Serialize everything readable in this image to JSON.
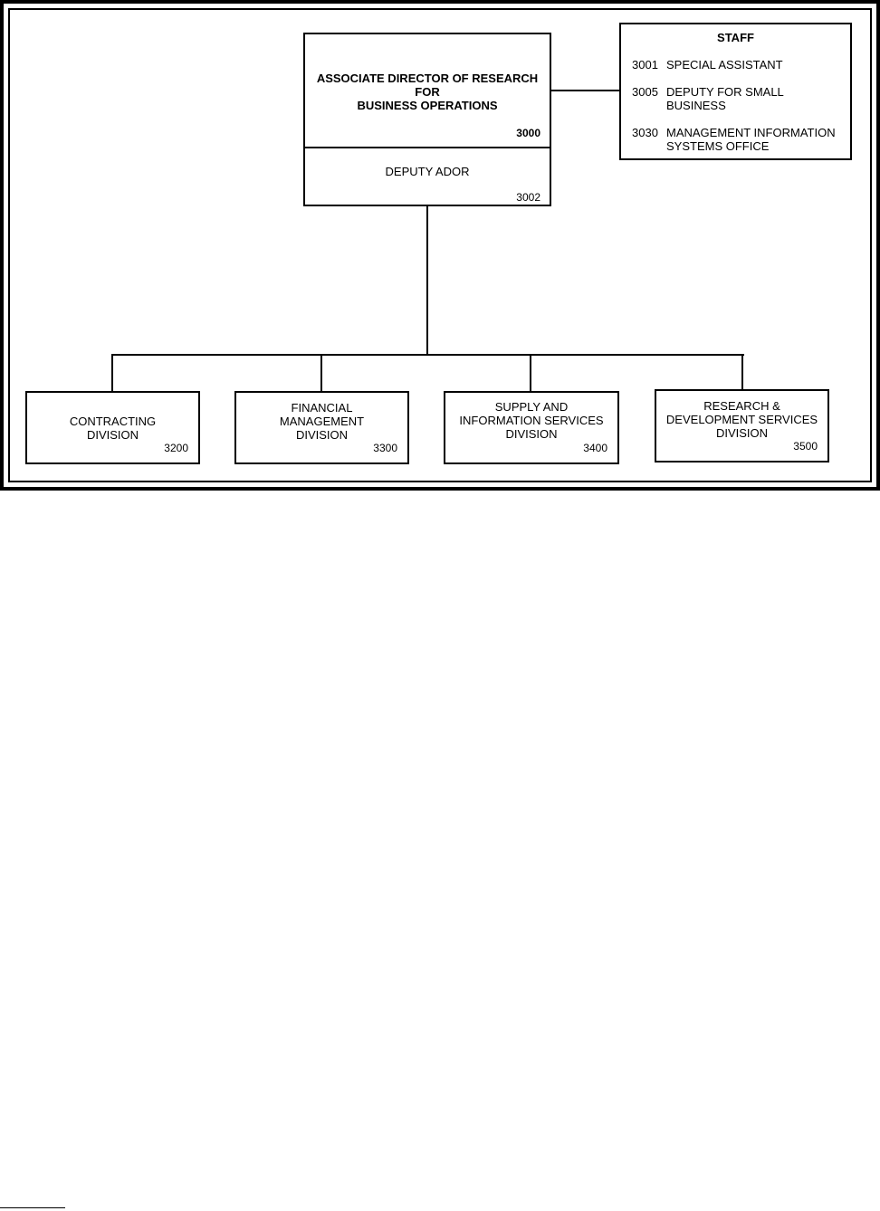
{
  "director": {
    "title_lines": [
      "ASSOCIATE DIRECTOR OF RESEARCH",
      "FOR",
      "BUSINESS OPERATIONS"
    ],
    "code": "3000"
  },
  "deputy": {
    "title": "DEPUTY ADOR",
    "code": "3002"
  },
  "staff": {
    "heading": "STAFF",
    "items": [
      {
        "code": "3001",
        "label_lines": [
          "SPECIAL ASSISTANT"
        ]
      },
      {
        "code": "3005",
        "label_lines": [
          "DEPUTY FOR SMALL",
          "BUSINESS"
        ]
      },
      {
        "code": "3030",
        "label_lines": [
          "MANAGEMENT INFORMATION",
          "SYSTEMS OFFICE"
        ]
      }
    ]
  },
  "divisions": [
    {
      "title_lines": [
        "CONTRACTING",
        "DIVISION"
      ],
      "code": "3200"
    },
    {
      "title_lines": [
        "FINANCIAL",
        "MANAGEMENT",
        "DIVISION"
      ],
      "code": "3300"
    },
    {
      "title_lines": [
        "SUPPLY AND",
        "INFORMATION SERVICES",
        "DIVISION"
      ],
      "code": "3400"
    },
    {
      "title_lines": [
        "RESEARCH &",
        "DEVELOPMENT SERVICES",
        "DIVISION"
      ],
      "code": "3500"
    }
  ]
}
